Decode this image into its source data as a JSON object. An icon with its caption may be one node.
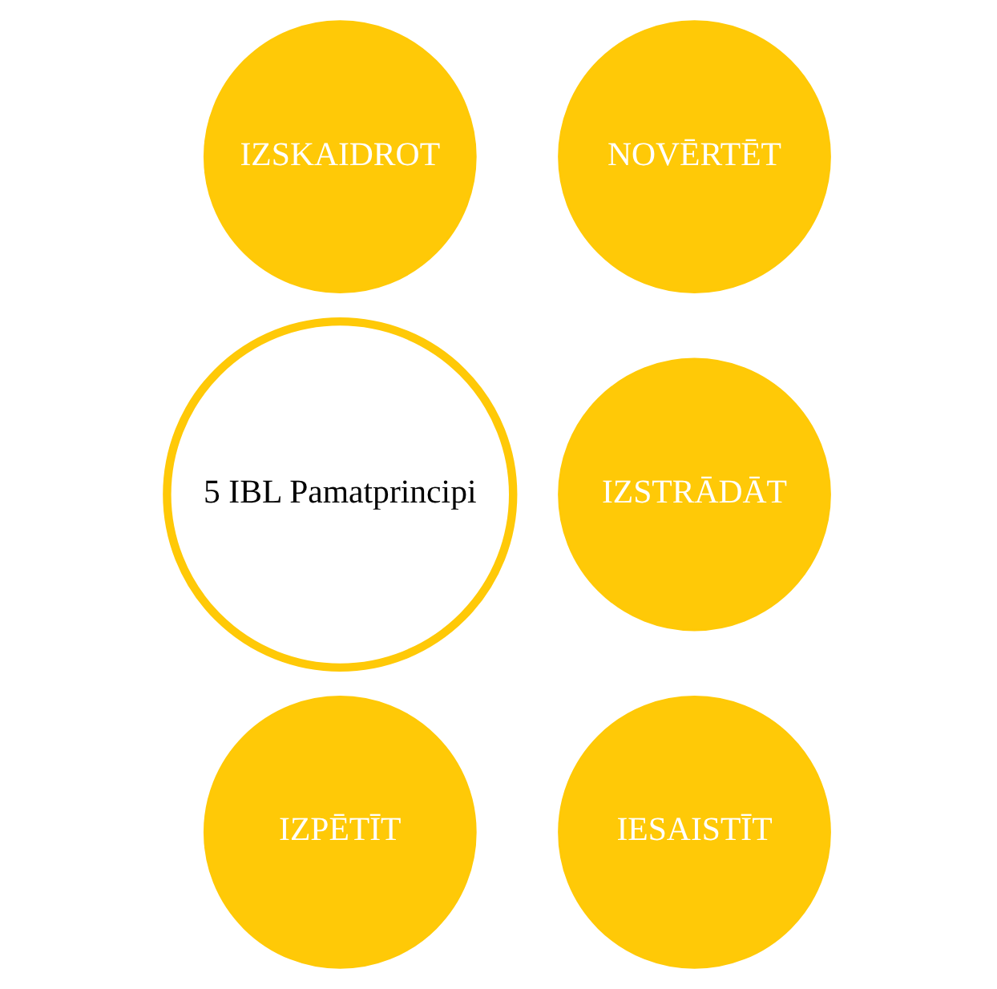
{
  "diagram": {
    "nodes": [
      {
        "text": [
          "5 IBL Pamatprincipi"
        ]
      },
      {
        "text": [
          "NOVĒRTĒT"
        ]
      },
      {
        "text": [
          "IZSKAIDROT"
        ]
      },
      {
        "text": [
          "IZSTRĀDĀT"
        ]
      },
      {
        "text": [
          "IZPĒTĪT"
        ]
      },
      {
        "text": [
          "IESAISTĪT"
        ]
      }
    ],
    "edges": []
  }
}
